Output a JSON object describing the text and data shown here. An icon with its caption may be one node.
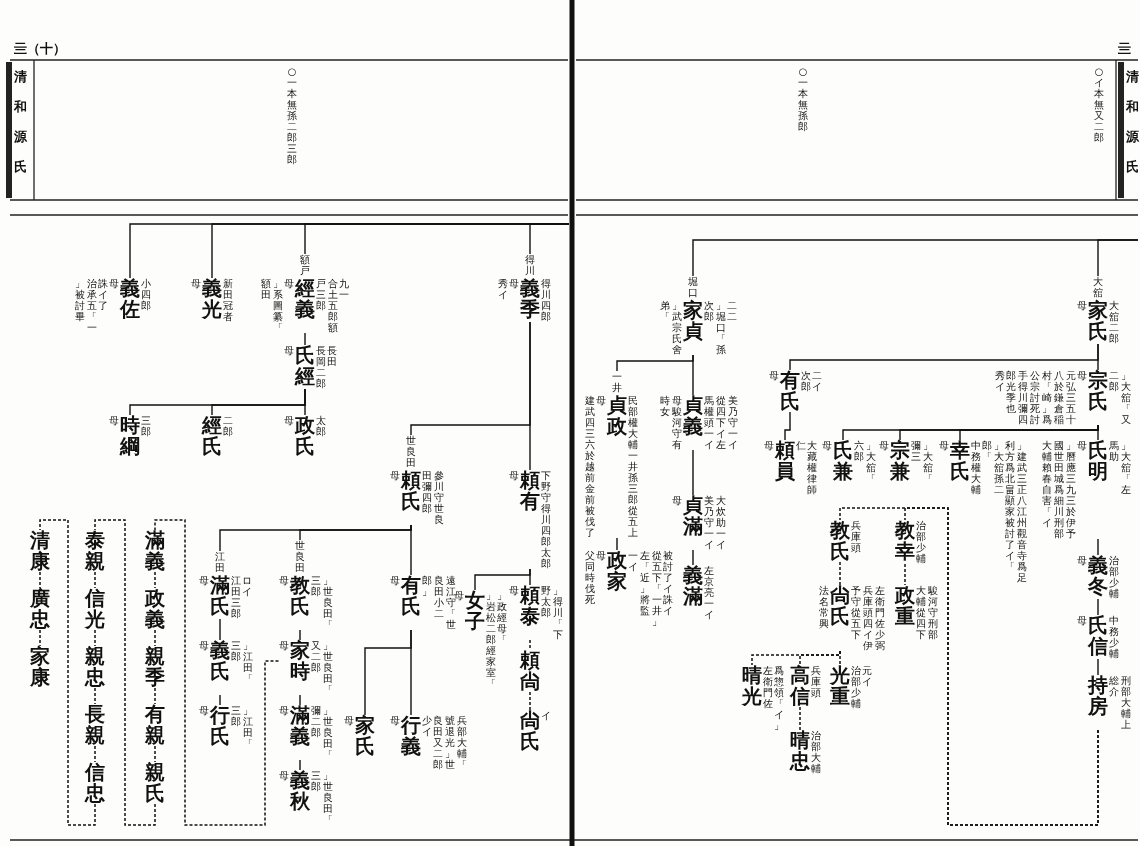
{
  "diagram": {
    "nodes": [
      {
        "text": [
          "家氏"
        ],
        "beside": [
          "大舘",
          "母",
          "大舘二郎"
        ]
      },
      {
        "text": [
          "宗氏"
        ],
        "beside": [
          "母",
          "「大舘」又二郎",
          "元弘三五十八於鎌倉稲村「崎」爲公宗討死討手得川彌四郎光季也",
          "秀イ"
        ]
      },
      {
        "text": [
          "有氏"
        ],
        "beside": [
          "母",
          "次郎",
          "二イ"
        ]
      },
      {
        "text": [
          "頼員"
        ],
        "beside": [
          "母",
          "仁",
          "大藏權律師"
        ]
      },
      {
        "text": [
          "氏兼"
        ],
        "beside": [
          "母",
          "「大舘」六郎"
        ]
      },
      {
        "text": [
          "宗兼"
        ],
        "beside": [
          "母",
          "「大舘」彌三"
        ]
      },
      {
        "text": [
          "幸氏"
        ],
        "beside": [
          "母",
          "中務權大輔",
          "「大舘孫二郎」",
          "「建武三正八江州觀音寺爲足利方爲北畠顯家被討了イ」"
        ]
      },
      {
        "text": [
          "氏明"
        ],
        "beside": [
          "母",
          "「大舘」左馬助",
          "「曆應三九三於伊予國世田城爲細川刑部大輔賴春自害」イ"
        ]
      },
      {
        "text": [
          "義冬"
        ],
        "beside": [
          "母",
          "治部少輔"
        ]
      },
      {
        "text": [
          "氏信"
        ],
        "beside": [
          "母",
          "中務少輔"
        ]
      },
      {
        "text": [
          "持房"
        ],
        "beside": [
          "刑部大輔上総介"
        ]
      },
      {
        "text": [
          "教氏"
        ],
        "beside": [
          "兵庫頭"
        ]
      },
      {
        "text": [
          "教幸"
        ],
        "beside": [
          "治部少輔"
        ]
      },
      {
        "text": [
          "尙氏"
        ],
        "beside": [
          "左衛門佐少弼兵庫頭四イ伊予守從五下",
          "法名常興"
        ]
      },
      {
        "text": [
          "政重"
        ],
        "beside": [
          "駿河守刑部大輔從四下"
        ]
      },
      {
        "text": [
          "晴光"
        ],
        "beside": [
          "左衛門佐",
          "爲惣領「イ」"
        ]
      },
      {
        "text": [
          "高信"
        ],
        "beside": [
          "兵庫頭"
        ]
      },
      {
        "text": [
          "光重"
        ],
        "beside": [
          "治部少輔",
          "元イ"
        ]
      },
      {
        "text": [
          "晴忠"
        ],
        "beside": [
          "治部大輔"
        ]
      },
      {
        "text": [
          "家貞"
        ],
        "beside": [
          "堀口",
          "「武宗氏舍弟」",
          "「堀口」孫次郎",
          "二二"
        ]
      },
      {
        "text": [
          "貞政"
        ],
        "beside": [
          "一井",
          "母",
          "建武四三六於越前金前被伐了",
          "民部權大輔一井孫三郎從五上"
        ]
      },
      {
        "text": [
          "貞義"
        ],
        "beside": [
          "母駿河守有時女",
          "美乃守一イ從四下イ左馬權頭一イ"
        ]
      },
      {
        "text": [
          "政家"
        ],
        "beside": [
          "母",
          "父同時伐死",
          "從五下「一井」左「近」將監一イ",
          "被討了イ誅イ"
        ]
      },
      {
        "text": [
          "貞滿"
        ],
        "beside": [
          "母",
          "大炊助一イ美乃守一イ"
        ]
      },
      {
        "text": [
          "義滿"
        ],
        "beside": [
          "左京亮一イ"
        ]
      },
      {
        "text": [
          "義季"
        ],
        "beside": [
          "得川",
          "母",
          "秀イ",
          "得川四郎"
        ]
      },
      {
        "text": [
          "頼有"
        ],
        "beside": [
          "母",
          "下野守得川四郎太郎"
        ]
      },
      {
        "text": [
          "頼泰"
        ],
        "beside": [
          "母",
          "「得川」下野太郎"
        ]
      },
      {
        "text": [
          "女子"
        ],
        "beside": [
          "母",
          "「岩松二郎經家室」",
          "「政經母」"
        ]
      },
      {
        "text": [
          "頼尙"
        ]
      },
      {
        "text": [
          "尙氏"
        ],
        "beside": [
          "イ"
        ]
      },
      {
        "text": [
          "頼氏"
        ],
        "beside": [
          "世良田",
          "母",
          "參川守世良田彌四郎"
        ]
      },
      {
        "text": [
          "滿氏"
        ],
        "beside": [
          "江田",
          "母",
          "江田三郎",
          "ロイ"
        ]
      },
      {
        "text": [
          "教氏"
        ],
        "beside": [
          "世良田",
          "母",
          "「世良田」三郎"
        ]
      },
      {
        "text": [
          "有氏"
        ],
        "beside": [
          "母",
          "遠江守「世良田小二郎」"
        ]
      },
      {
        "text": [
          "義氏"
        ],
        "beside": [
          "母",
          "「江田」三郎"
        ]
      },
      {
        "text": [
          "行氏"
        ],
        "beside": [
          "母",
          "「江田」三郎"
        ]
      },
      {
        "text": [
          "家時"
        ],
        "beside": [
          "母",
          "「世良田」又二郎"
        ]
      },
      {
        "text": [
          "滿義"
        ],
        "beside": [
          "母",
          "「世良田」彌二郎"
        ]
      },
      {
        "text": [
          "義秋"
        ],
        "beside": [
          "母",
          "「世良田」三郎"
        ]
      },
      {
        "text": [
          "家氏"
        ],
        "beside": [
          "母"
        ]
      },
      {
        "text": [
          "行義"
        ],
        "beside": [
          "母",
          "少イ",
          "兵部大輔「號退光」世良田又二郎"
        ]
      },
      {
        "text": [
          "義佐"
        ],
        "beside": [
          "母",
          "治承五「一」被討畢",
          "誅イ了",
          "小四郎"
        ]
      },
      {
        "text": [
          "義光"
        ],
        "beside": [
          "母",
          "新田冠者"
        ]
      },
      {
        "text": [
          "經義"
        ],
        "beside": [
          "額戸",
          "母",
          "「系圖纂」額田",
          "合土五郎額戸三郎",
          "九一"
        ]
      },
      {
        "text": [
          "氏經"
        ],
        "beside": [
          "母",
          "長岡二郎",
          "長田"
        ]
      },
      {
        "text": [
          "時綱"
        ],
        "beside": [
          "母",
          "三郎"
        ]
      },
      {
        "text": [
          "經氏"
        ],
        "beside": [
          "二郎"
        ]
      },
      {
        "text": [
          "政氏"
        ],
        "beside": [
          "母",
          "太郎"
        ]
      },
      {
        "text": [
          "滿義"
        ]
      },
      {
        "text": [
          "政義"
        ]
      },
      {
        "text": [
          "親季"
        ]
      },
      {
        "text": [
          "有親"
        ]
      },
      {
        "text": [
          "親氏"
        ]
      },
      {
        "text": [
          "泰親"
        ]
      },
      {
        "text": [
          "信光"
        ]
      },
      {
        "text": [
          "親忠"
        ]
      },
      {
        "text": [
          "長親"
        ]
      },
      {
        "text": [
          "信忠"
        ]
      },
      {
        "text": [
          "清康"
        ]
      },
      {
        "text": [
          "廣忠"
        ]
      },
      {
        "text": [
          "家康"
        ]
      }
    ],
    "edges": [
      {
        "from": null,
        "to": 42,
        "arrow": "none"
      },
      {
        "from": null,
        "to": 43,
        "arrow": "none"
      },
      {
        "from": null,
        "to": 44,
        "arrow": "none"
      },
      {
        "from": null,
        "to": 25,
        "arrow": "none"
      },
      {
        "from": null,
        "to": 19,
        "arrow": "none"
      },
      {
        "from": null,
        "to": 0,
        "arrow": "none"
      },
      {
        "from": 0,
        "to": 1,
        "arrow": "none"
      },
      {
        "from": 0,
        "to": 2,
        "arrow": "none"
      },
      {
        "from": 2,
        "to": 3,
        "arrow": "none"
      },
      {
        "from": 1,
        "to": 4,
        "arrow": "none"
      },
      {
        "from": 1,
        "to": 5,
        "arrow": "none"
      },
      {
        "from": 1,
        "to": 6,
        "arrow": "none"
      },
      {
        "from": 1,
        "to": 7,
        "arrow": "none"
      },
      {
        "from": 7,
        "to": 8,
        "arrow": "none"
      },
      {
        "from": 8,
        "to": 9,
        "arrow": "none"
      },
      {
        "from": 9,
        "to": 10,
        "arrow": "none"
      },
      {
        "from": 10,
        "to": 11,
        "arrow": "none",
        "style": "dashed"
      },
      {
        "from": 10,
        "to": 12,
        "arrow": "none",
        "style": "dashed"
      },
      {
        "from": 11,
        "to": 13,
        "arrow": "none",
        "style": "dashed"
      },
      {
        "from": 12,
        "to": 14,
        "arrow": "none",
        "style": "dashed"
      },
      {
        "from": 13,
        "to": 15,
        "arrow": "none",
        "style": "dashed"
      },
      {
        "from": 13,
        "to": 16,
        "arrow": "none",
        "style": "dashed"
      },
      {
        "from": 13,
        "to": 17,
        "arrow": "none",
        "style": "dashed"
      },
      {
        "from": 16,
        "to": 18,
        "arrow": "none",
        "style": "dashed"
      },
      {
        "from": 19,
        "to": 20,
        "arrow": "none"
      },
      {
        "from": 19,
        "to": 21,
        "arrow": "none"
      },
      {
        "from": 20,
        "to": 22,
        "arrow": "none"
      },
      {
        "from": 21,
        "to": 23,
        "arrow": "none"
      },
      {
        "from": 23,
        "to": 24,
        "arrow": "none"
      },
      {
        "from": 25,
        "to": 26,
        "arrow": "none"
      },
      {
        "from": 25,
        "to": 31,
        "arrow": "none"
      },
      {
        "from": 26,
        "to": 27,
        "arrow": "none"
      },
      {
        "from": 26,
        "to": 28,
        "arrow": "none"
      },
      {
        "from": 27,
        "to": 29,
        "arrow": "none",
        "style": "dashed"
      },
      {
        "from": 29,
        "to": 30,
        "arrow": "none",
        "style": "dashed"
      },
      {
        "from": 31,
        "to": 32,
        "arrow": "none"
      },
      {
        "from": 31,
        "to": 33,
        "arrow": "none"
      },
      {
        "from": 31,
        "to": 34,
        "arrow": "none"
      },
      {
        "from": 32,
        "to": 35,
        "arrow": "none"
      },
      {
        "from": 35,
        "to": 36,
        "arrow": "none"
      },
      {
        "from": 33,
        "to": 37,
        "arrow": "none"
      },
      {
        "from": 37,
        "to": 38,
        "arrow": "none"
      },
      {
        "from": 38,
        "to": 39,
        "arrow": "none"
      },
      {
        "from": 34,
        "to": 40,
        "arrow": "none"
      },
      {
        "from": 34,
        "to": 41,
        "arrow": "none"
      },
      {
        "from": 44,
        "to": 45,
        "arrow": "none"
      },
      {
        "from": 45,
        "to": 46,
        "arrow": "none"
      },
      {
        "from": 45,
        "to": 47,
        "arrow": "none"
      },
      {
        "from": 45,
        "to": 48,
        "arrow": "none"
      },
      {
        "from": 37,
        "to": 49,
        "arrow": "none",
        "style": "dashed"
      },
      {
        "from": 49,
        "to": 50,
        "arrow": "none",
        "style": "dashed"
      },
      {
        "from": 50,
        "to": 51,
        "arrow": "none",
        "style": "dashed"
      },
      {
        "from": 51,
        "to": 52,
        "arrow": "none",
        "style": "dashed"
      },
      {
        "from": 52,
        "to": 53,
        "arrow": "none",
        "style": "dashed"
      },
      {
        "from": 53,
        "to": 54,
        "arrow": "none",
        "style": "dashed"
      },
      {
        "from": 54,
        "to": 55,
        "arrow": "none",
        "style": "dashed"
      },
      {
        "from": 55,
        "to": 56,
        "arrow": "none",
        "style": "dashed"
      },
      {
        "from": 56,
        "to": 57,
        "arrow": "none",
        "style": "dashed"
      },
      {
        "from": 57,
        "to": 58,
        "arrow": "none",
        "style": "dashed"
      },
      {
        "from": 58,
        "to": 59,
        "arrow": "none",
        "style": "dashed"
      },
      {
        "from": 59,
        "to": 60,
        "arrow": "none",
        "style": "dashed"
      },
      {
        "from": 60,
        "to": 61,
        "arrow": "none",
        "style": "dashed"
      }
    ],
    "labels": [
      "亖（十）",
      "清和源氏",
      "○一本無孫二郎三郎",
      "○一本無孫郎",
      "○イ本無又二郎",
      "亖",
      "清和源氏"
    ]
  }
}
